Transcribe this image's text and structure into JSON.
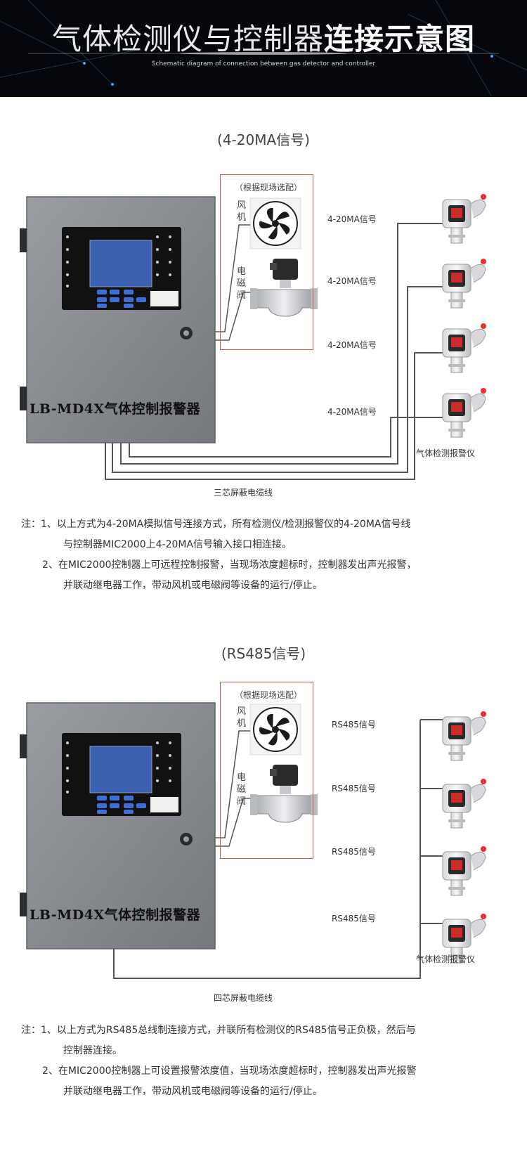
{
  "banner": {
    "title_light": "气体检测仪与控制器",
    "title_bold": "连接示意图",
    "subtitle": "Schematic diagram of connection between gas detector and controller"
  },
  "section1": {
    "title": "(4-20MA信号)",
    "optional_label": "（根据现场选配）",
    "fan_label": "风机",
    "valve_label": "电磁阀",
    "signal_labels": [
      "4-20MA信号",
      "4-20MA信号",
      "4-20MA信号",
      "4-20MA信号"
    ],
    "detector_label": "气体检测报警仪",
    "cable_label": "三芯屏蔽电缆线",
    "model": "LB-MD4X气体控制报警器",
    "notes": [
      "注：1、以上方式为4-20MA模拟信号连接方式，所有检测仪/检测报警仪的4-20MA信号线",
      "与控制器MIC2000上4-20MA信号输入接口相连接。",
      "2、在MIC2000控制器上可远程控制报警，当现场浓度超标时，控制器发出声光报警，",
      "并联动继电器工作，带动风机或电磁阀等设备的运行/停止。"
    ]
  },
  "section2": {
    "title": "(RS485信号)",
    "optional_label": "（根据现场选配）",
    "fan_label": "风机",
    "valve_label": "电磁阀",
    "signal_labels": [
      "RS485信号",
      "RS485信号",
      "RS485信号",
      "RS485信号"
    ],
    "detector_label": "气体检测报警仪",
    "cable_label": "四芯屏蔽电缆线",
    "model": "LB-MD4X气体控制报警器",
    "notes": [
      "注：1、以上方式为RS485总线制连接方式，并联所有检测仪的RS485信号正负极，然后与",
      "控制器连接。",
      "2、在MIC2000控制器上可设置报警浓度值，当现场浓度超标时，控制器发出声光报警",
      "并联动继电器工作，带动风机或电磁阀等设备的运行/停止。"
    ]
  },
  "colors": {
    "cabinet": "#86898e",
    "panel": "#111111",
    "lcd": "#3c5fb0",
    "key": "#3f6fd6",
    "red_box": "#d9534f",
    "banner": "#05070c"
  },
  "icons": [
    "fan-icon",
    "solenoid-valve-icon",
    "gas-detector-icon",
    "key-lock-icon"
  ]
}
